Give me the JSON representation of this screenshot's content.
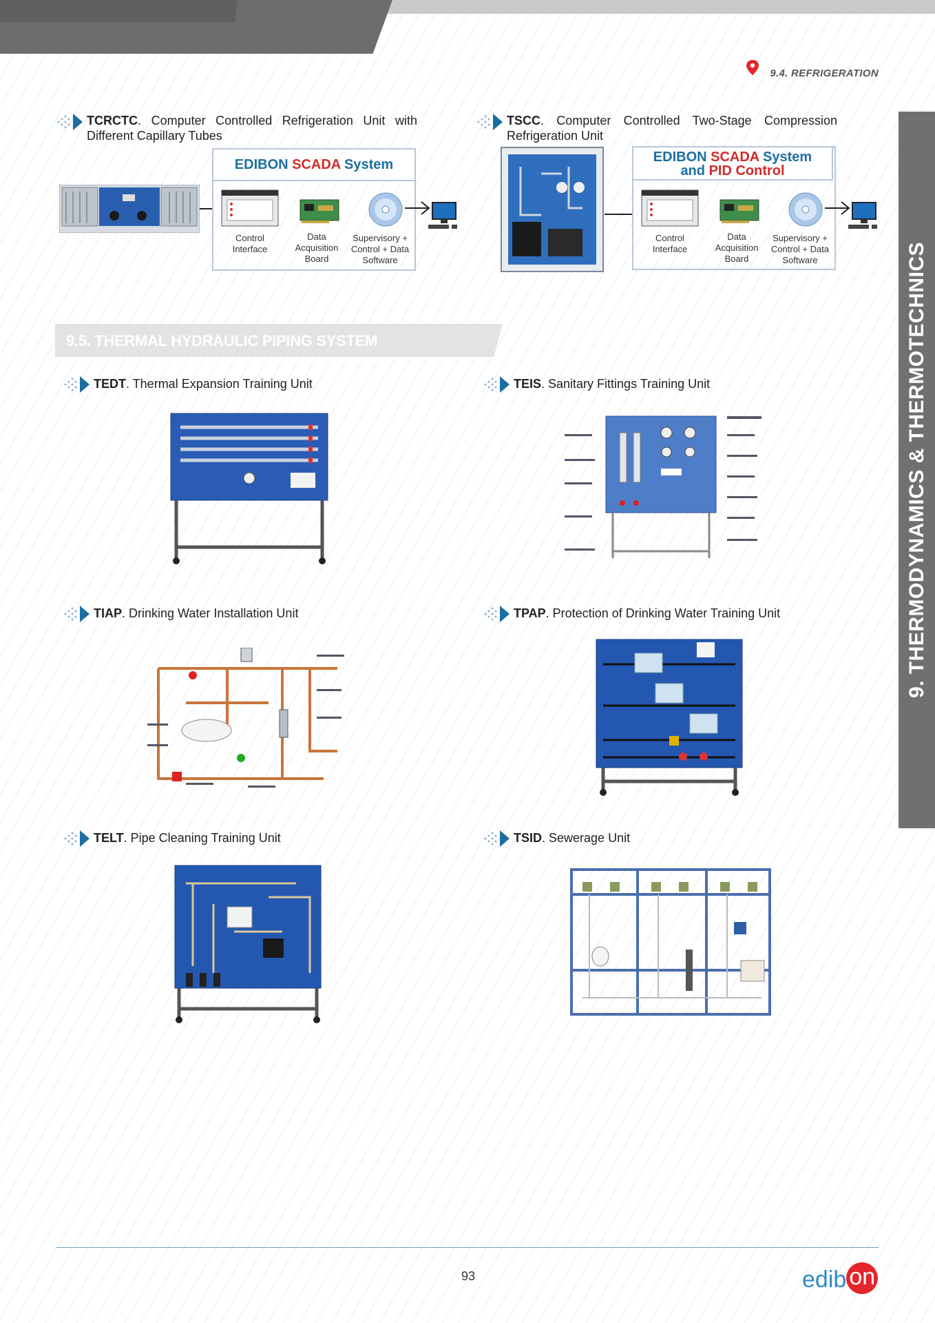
{
  "header": {
    "section_crumb": "9.4. REFRIGERATION"
  },
  "side_tab": {
    "label": "9. THERMODYNAMICS & THERMOTECHNICS"
  },
  "products_top": [
    {
      "code": "TCRCTC",
      "title_rest": ". Computer Controlled Refrigeration Unit with Different Capillary Tubes",
      "scada_line1_a": "EDIBON ",
      "scada_line1_b": "SCADA",
      "scada_line1_c": " System",
      "labels": [
        "Control Interface",
        "Data Acquisition Board",
        "Supervisory + Control + Data Software"
      ]
    },
    {
      "code": "TSCC",
      "title_rest": ". Computer Controlled Two-Stage Compression Refrigeration Unit",
      "scada_line1_a": "EDIBON ",
      "scada_line1_b": "SCADA",
      "scada_line1_c": " System",
      "scada_line2_a": "and ",
      "scada_line2_b": "PID Control",
      "labels": [
        "Control Interface",
        "Data Acquisition Board",
        "Supervisory + Control + Data Software"
      ]
    }
  ],
  "section_band": {
    "title": "9.5. THERMAL HYDRAULIC PIPING SYSTEM"
  },
  "products": [
    {
      "code": "TEDT",
      "rest": ". Thermal Expansion Training Unit"
    },
    {
      "code": "TEIS",
      "rest": ". Sanitary Fittings Training Unit"
    },
    {
      "code": "TIAP",
      "rest": ". Drinking Water Installation Unit"
    },
    {
      "code": "TPAP",
      "rest": ". Protection of Drinking Water Training Unit"
    },
    {
      "code": "TELT",
      "rest": ". Pipe Cleaning Training Unit"
    },
    {
      "code": "TSID",
      "rest": ". Sewerage Unit"
    }
  ],
  "footer": {
    "page_number": "93",
    "logo_a": "edib",
    "logo_b": "on"
  },
  "colors": {
    "accent_blue": "#1c6ea1",
    "scada_red": "#d22a2a",
    "panel_blue": "#1f4fa6",
    "tab_gray": "#6e7072"
  }
}
